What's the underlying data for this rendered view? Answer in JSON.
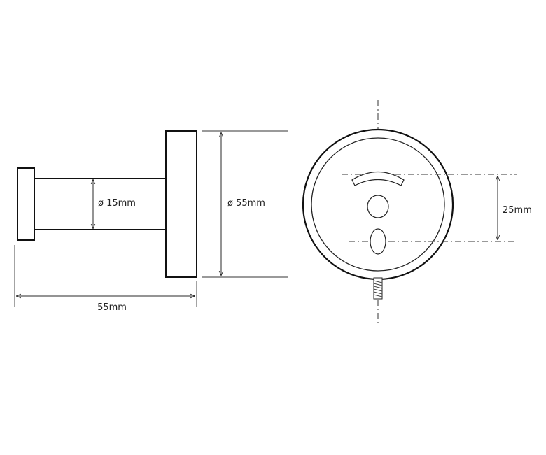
{
  "dimensions": {
    "shaft_diameter": "ø 15mm",
    "base_diameter": "ø 55mm",
    "overall_length": "55mm",
    "mounting_distance": "25mm"
  }
}
